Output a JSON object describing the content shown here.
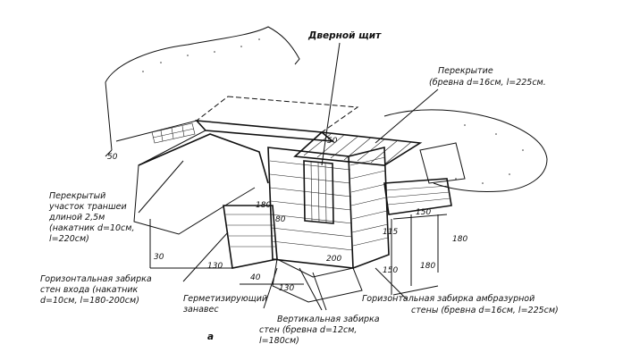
{
  "labels": {
    "door_shield": "Дверной щит",
    "overlap_l1": "Перекрытие",
    "overlap_l2": "(бревна d=16см, l=225см.",
    "covered_l1": "Перекрытый",
    "covered_l2": "участок траншеи",
    "covered_l3": "длиной 2,5м",
    "covered_l4": "(накатник d=10см,",
    "covered_l5": "l=220см)",
    "horiz_entry_l1": "Горизонтальная забирка",
    "horiz_entry_l2": "стен входа (накатник",
    "horiz_entry_l3": "d=10см, l=180-200см)",
    "sealing_l1": "Герметизирующий",
    "sealing_l2": "занавес",
    "vert_l1": "Вертикальная забирка",
    "vert_l2": "стен (бревна d=12см,",
    "vert_l3": "l=180см)",
    "horiz_emb_l1": "Горизонтальная забирка амбразурной",
    "horiz_emb_l2": "стены (бревна d=16см, l=225см)",
    "fig": "а"
  },
  "dimensions": {
    "d50a": "50",
    "d50b": "50",
    "d180a": "180",
    "d80": "80",
    "d30": "30",
    "d130a": "130",
    "d40": "40",
    "d130b": "130",
    "d200": "200",
    "d150a": "150",
    "d115": "115",
    "d150b": "150",
    "d180b": "180",
    "d180c": "180"
  }
}
